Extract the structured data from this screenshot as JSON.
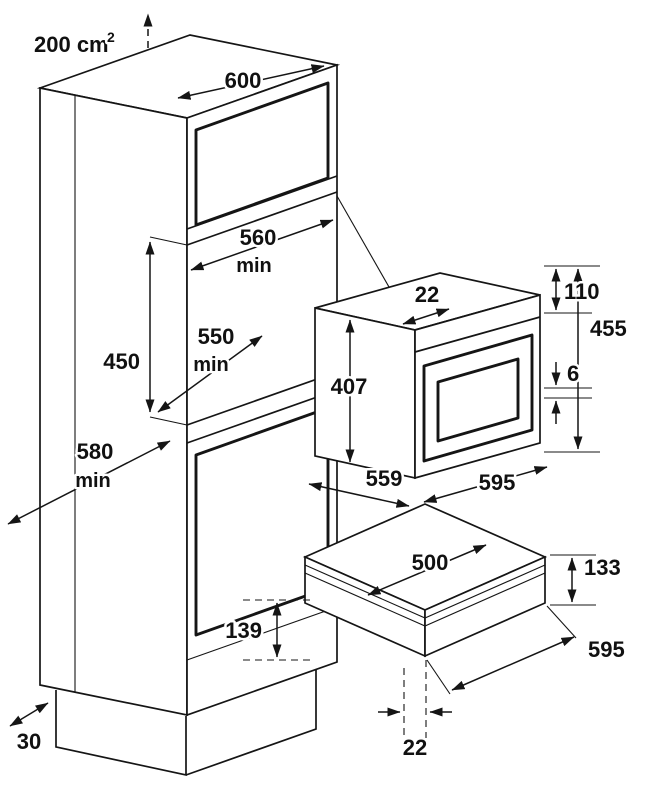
{
  "diagram": {
    "background": "#ffffff",
    "line_color": "#151515",
    "ventilation": {
      "area_value": "200 cm",
      "area_exponent": "2"
    },
    "cabinet": {
      "width": "600",
      "niche_width": "560",
      "niche_width_qualifier": "min",
      "niche_depth": "550",
      "niche_depth_qualifier": "min",
      "niche_height": "450",
      "depth": "580",
      "depth_qualifier": "min",
      "plinth_recess": "30"
    },
    "oven": {
      "top_clearance": "22",
      "frame_height": "110",
      "total_height": "455",
      "body_height": "407",
      "door_gap": "6",
      "depth": "559",
      "width": "595"
    },
    "drawer": {
      "niche_depth": "500",
      "front_height": "133",
      "niche_height": "139",
      "width": "595",
      "bottom_clearance": "22"
    }
  }
}
